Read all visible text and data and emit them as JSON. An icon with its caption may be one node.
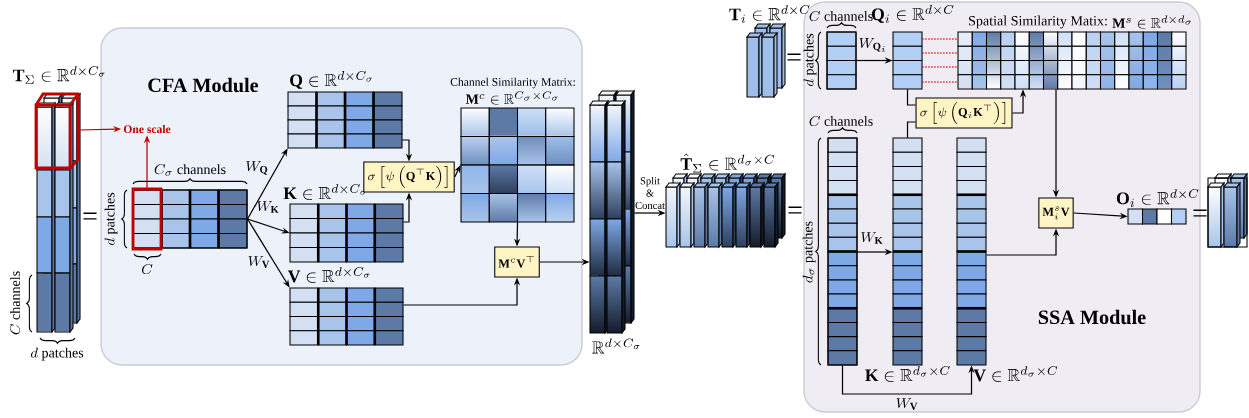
{
  "diagram": {
    "nodes": [
      {
        "text": [
          "\\mathbf{T}_{\\Sigma} \\in \\mathbb{R}^{d\\times C_{\\sigma}}"
        ]
      },
      {
        "text": [
          "CFA Module"
        ]
      },
      {
        "text": [
          "One scale"
        ],
        "in": 1
      },
      {
        "text": [],
        "shape": "box",
        "in": 1
      },
      {
        "text": [
          "\\mathbf{Q} \\in \\mathbb{R}^{d\\times C_{\\sigma}}"
        ],
        "in": 1
      },
      {
        "text": [
          "\\mathbf{K} \\in \\mathbb{R}^{d\\times C_{\\sigma}}"
        ],
        "in": 1
      },
      {
        "text": [
          "\\mathbf{V} \\in \\mathbb{R}^{d\\times C_{\\sigma}}"
        ],
        "in": 1
      },
      {
        "text": [
          "\\sigma\\left[\\psi\\left(\\mathbf{Q}^{\\top}\\mathbf{K}\\right)\\right]"
        ],
        "in": 1
      },
      {
        "text": [
          "Channel Similarity Matrix:",
          "\\mathbf{M}^{c} \\in \\mathbb{R}^{C_{\\sigma}\\times C_{\\sigma}}"
        ],
        "in": 1
      },
      {
        "text": [
          "\\mathbf{M}^{c}\\mathbf{V}^{\\top}"
        ],
        "in": 1
      },
      {
        "text": [
          "\\mathbb{R}^{d\\times C_{\\sigma}}"
        ]
      },
      {
        "text": [
          "\\hat{\\mathbf{T}}_{\\Sigma} \\in \\mathbb{R}^{d_{\\sigma}\\times C}"
        ]
      },
      {
        "text": [
          "SSA Module"
        ]
      },
      {
        "text": [
          "\\mathbf{T}_{i} \\in \\mathbb{R}^{d\\times C}"
        ]
      },
      {
        "text": [],
        "shape": "box",
        "in": 12
      },
      {
        "text": [
          "\\mathbf{Q}_{i} \\in \\mathbb{R}^{d\\times C}"
        ],
        "in": 12
      },
      {
        "text": [
          "Spatial Similarity Matix:",
          "\\mathbf{M}^{s} \\in \\mathbb{R}^{d\\times d_{\\sigma}}"
        ],
        "in": 12
      },
      {
        "text": [
          "\\sigma\\left[\\psi\\left(\\mathbf{Q}_{i}\\mathbf{K}^{\\top}\\right)\\right]"
        ],
        "in": 12
      },
      {
        "text": [],
        "shape": "box",
        "in": 12
      },
      {
        "text": [
          "\\mathbf{K} \\in \\mathbb{R}^{d_{\\sigma}\\times C}"
        ],
        "in": 12
      },
      {
        "text": [
          "\\mathbf{V} \\in \\mathbb{R}^{d_{\\sigma}\\times C}"
        ],
        "in": 12
      },
      {
        "text": [
          "\\mathbf{M}_{i}^{s}\\mathbf{V}"
        ],
        "in": 12
      },
      {
        "text": [
          "\\mathbf{O}_{i} \\in \\mathbb{R}^{d\\times C}"
        ],
        "in": 12
      },
      {
        "text": [],
        "shape": "box"
      }
    ],
    "edges": [
      {
        "from": 0,
        "to": 2,
        "arrow": "to",
        "color": "#c00000"
      },
      {
        "from": 3,
        "to": 2,
        "arrow": "to",
        "color": "#c00000"
      },
      {
        "from": 3,
        "to": 4,
        "arrow": "to",
        "label": "W_{\\mathbf{Q}}"
      },
      {
        "from": 3,
        "to": 5,
        "arrow": "to",
        "label": "W_{\\mathbf{K}}"
      },
      {
        "from": 3,
        "to": 6,
        "arrow": "to",
        "label": "W_{\\mathbf{V}}"
      },
      {
        "from": 4,
        "to": 7,
        "arrow": "to"
      },
      {
        "from": 5,
        "to": 7,
        "arrow": "to"
      },
      {
        "from": 7,
        "to": 8,
        "arrow": "to"
      },
      {
        "from": 8,
        "to": 9,
        "arrow": "to"
      },
      {
        "from": 6,
        "to": 9,
        "arrow": "to"
      },
      {
        "from": 9,
        "to": 10,
        "arrow": "to"
      },
      {
        "from": 10,
        "to": 11,
        "arrow": "to",
        "label": "Split & Concat"
      },
      {
        "from": 14,
        "to": 15,
        "arrow": "to",
        "label": "W_{\\mathbf{Q}_{i}}"
      },
      {
        "from": 15,
        "to": 16,
        "arrow": "none",
        "style": "dashed",
        "color": "#e00000"
      },
      {
        "from": 15,
        "to": 17,
        "arrow": "none"
      },
      {
        "from": 19,
        "to": 17,
        "arrow": "none"
      },
      {
        "from": 17,
        "to": 16,
        "arrow": "to"
      },
      {
        "from": 16,
        "to": 21,
        "arrow": "to"
      },
      {
        "from": 18,
        "to": 19,
        "arrow": "to",
        "label": "W_{\\mathbf{K}}"
      },
      {
        "from": 18,
        "to": 20,
        "arrow": "to",
        "label": "W_{\\mathbf{V}}"
      },
      {
        "from": 20,
        "to": 21,
        "arrow": "to"
      },
      {
        "from": 21,
        "to": 22,
        "arrow": "to"
      }
    ],
    "labels": [
      "C_{\\sigma}\\text{ channels}",
      "d\\text{ patches}",
      "=",
      "C",
      "C\\text{ channels}",
      "d\\text{ patches}",
      "C\\text{ channels}",
      "d\\text{ patches}",
      "=",
      "C\\text{ channels}",
      "=",
      "=",
      "d_{\\sigma}\\text{ patches}"
    ]
  }
}
